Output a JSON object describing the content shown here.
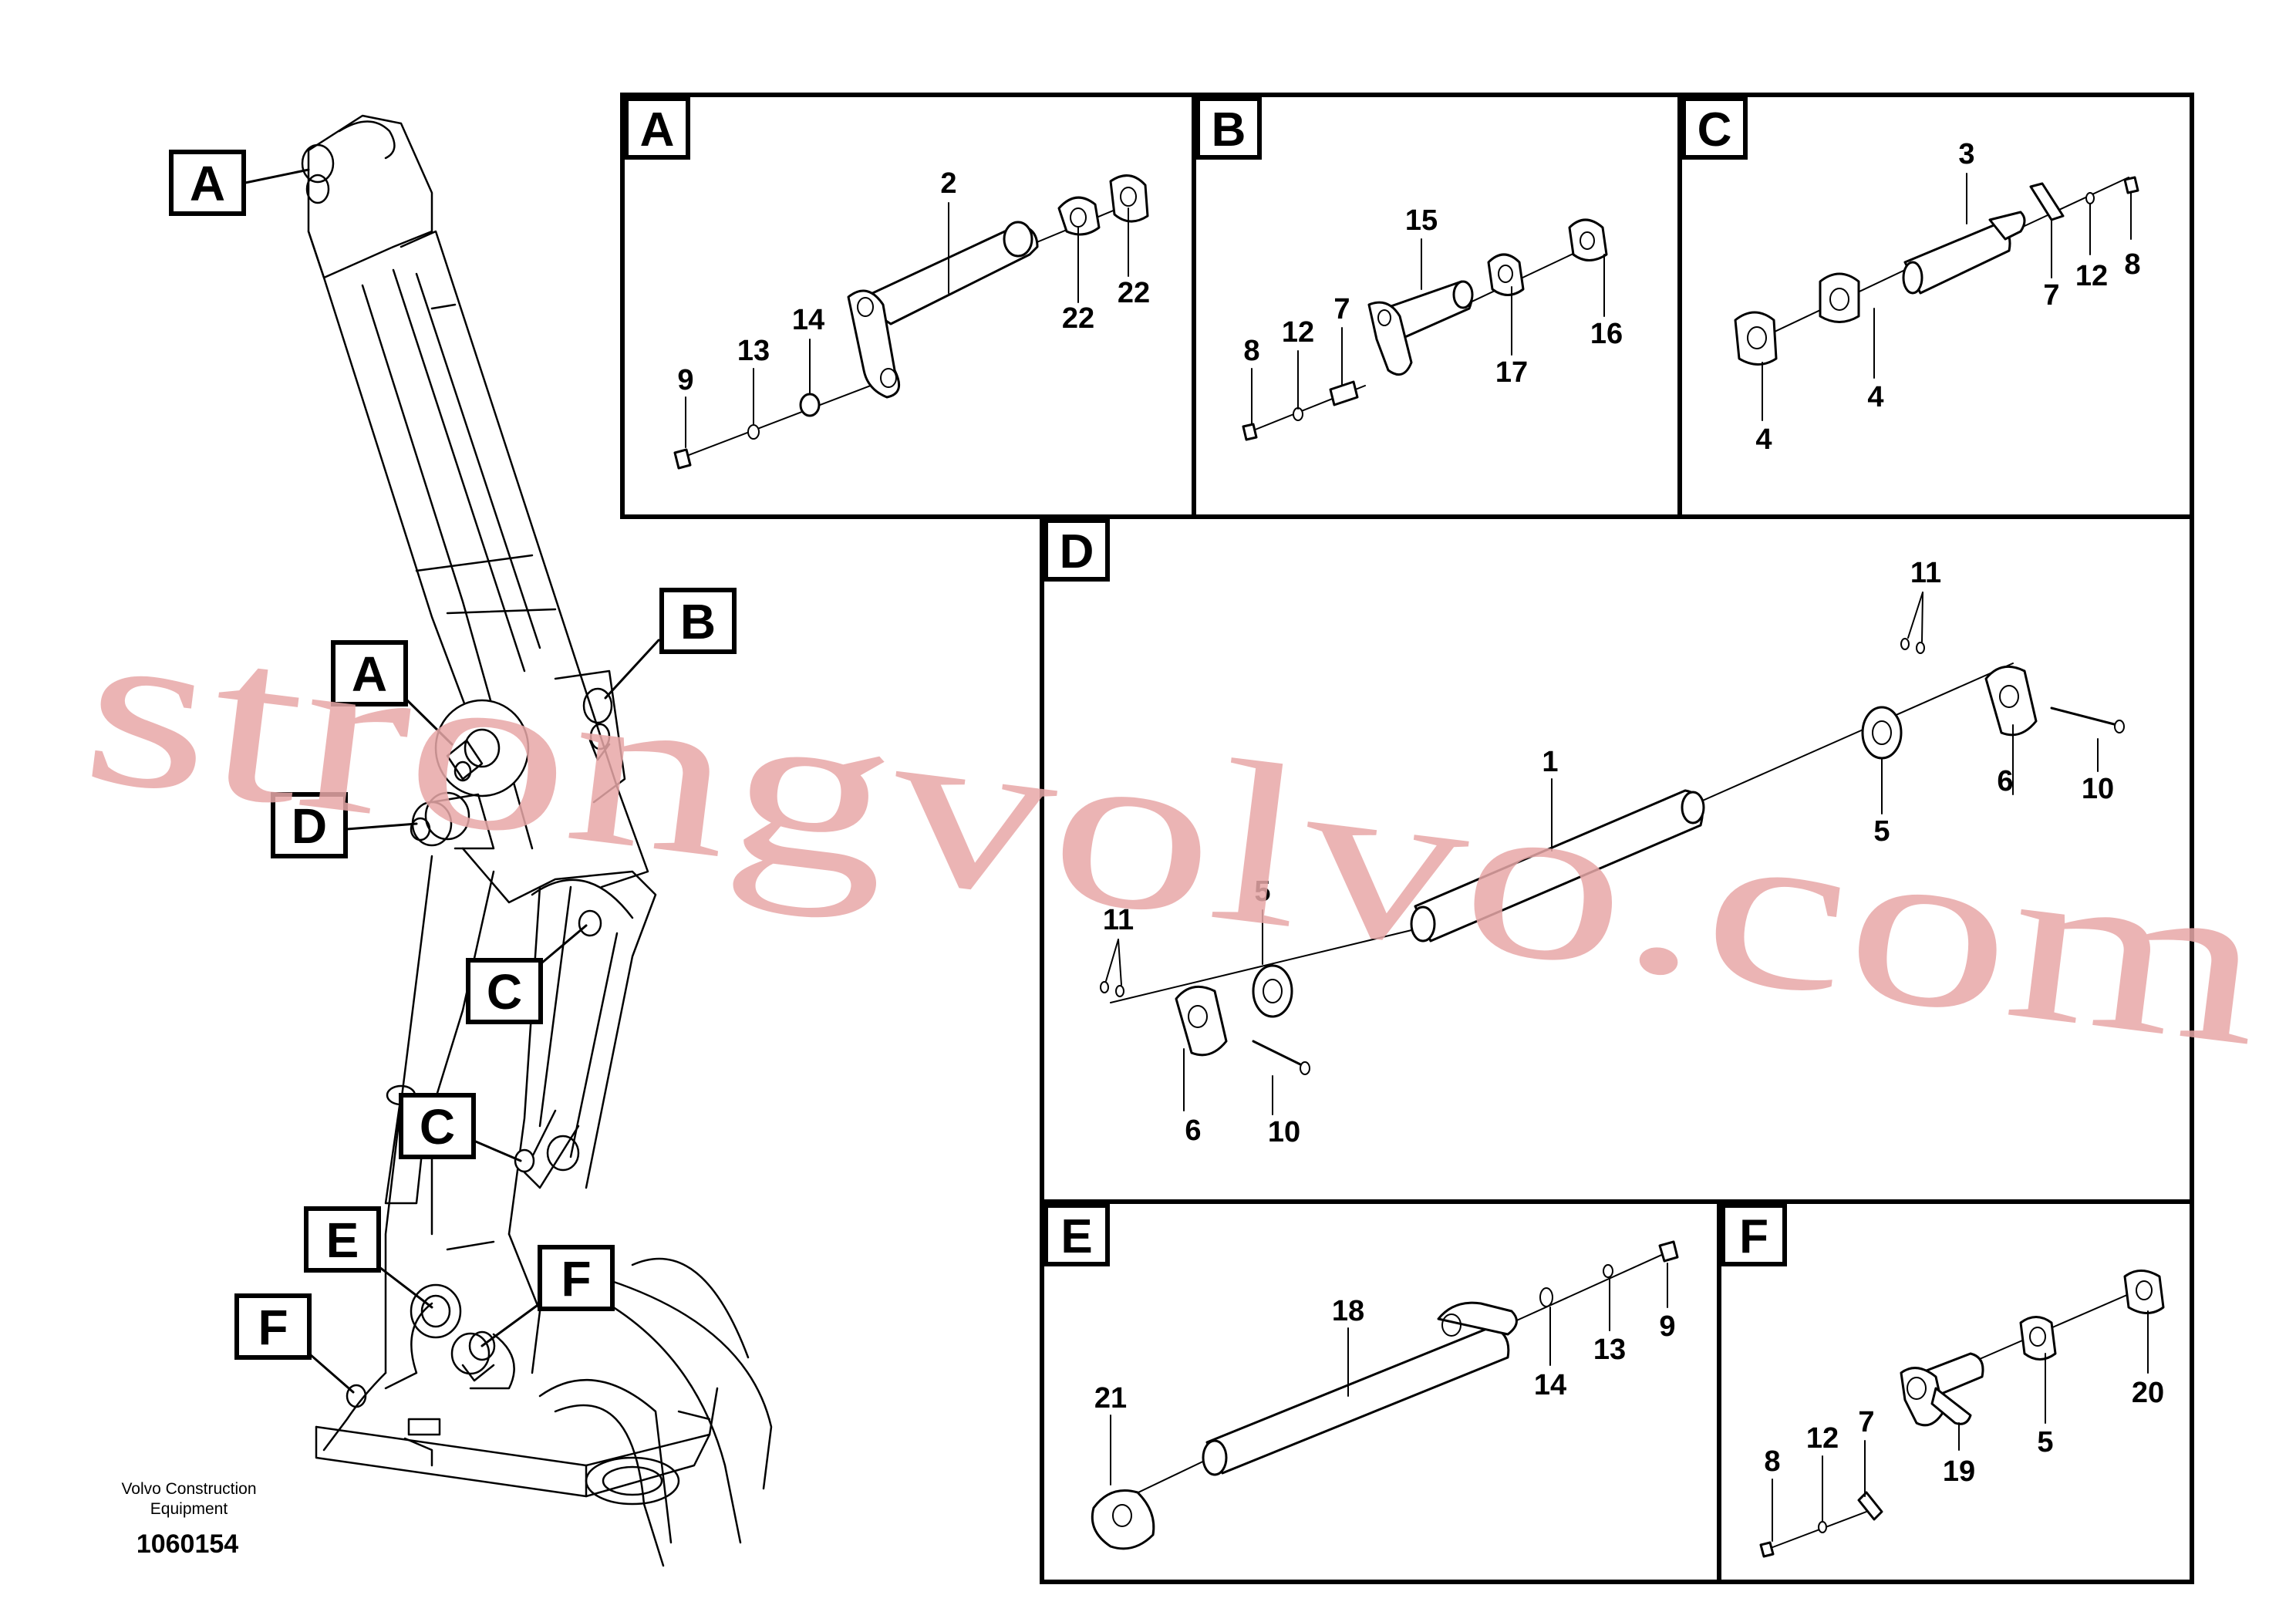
{
  "panels": {
    "A": {
      "label": "A",
      "callouts": {
        "pin": "2",
        "washer_left": "22",
        "washer_right": "22",
        "bolt": "9",
        "lock_washer": "13",
        "spacer": "14"
      }
    },
    "B": {
      "label": "B",
      "callouts": {
        "pin": "15",
        "washer_left": "17",
        "washer_right": "16",
        "bolt": "8",
        "lock_washer": "12",
        "lock_plate": "7"
      }
    },
    "C": {
      "label": "C",
      "callouts": {
        "pin": "3",
        "washer_left": "4",
        "washer_right": "4",
        "lock_plate": "7",
        "lock_washer": "12",
        "bolt": "8"
      }
    },
    "D": {
      "label": "D",
      "callouts": {
        "pin": "1",
        "washer_left": "5",
        "washer_right": "5",
        "bushing_left": "6",
        "bushing_right": "6",
        "bolt_left": "10",
        "bolt_right": "10",
        "nuts_left": "11",
        "nuts_right": "11"
      }
    },
    "E": {
      "label": "E",
      "callouts": {
        "pin": "18",
        "washer": "21",
        "spacer": "14",
        "lock_washer": "13",
        "bolt": "9"
      }
    },
    "F": {
      "label": "F",
      "callouts": {
        "pin": "19",
        "washer_left": "5",
        "washer_right": "20",
        "lock_plate": "7",
        "lock_washer": "12",
        "bolt": "8"
      }
    }
  },
  "overview_keys": {
    "top_a": "A",
    "mid_a": "A",
    "b": "B",
    "d": "D",
    "c_upper": "C",
    "c_lower": "C",
    "e": "E",
    "f_right": "F",
    "f_left": "F"
  },
  "watermark": "strongvolvo.com",
  "manufacturer": {
    "line1": "Volvo Construction",
    "line2": "Equipment"
  },
  "figure_number": "1060154"
}
